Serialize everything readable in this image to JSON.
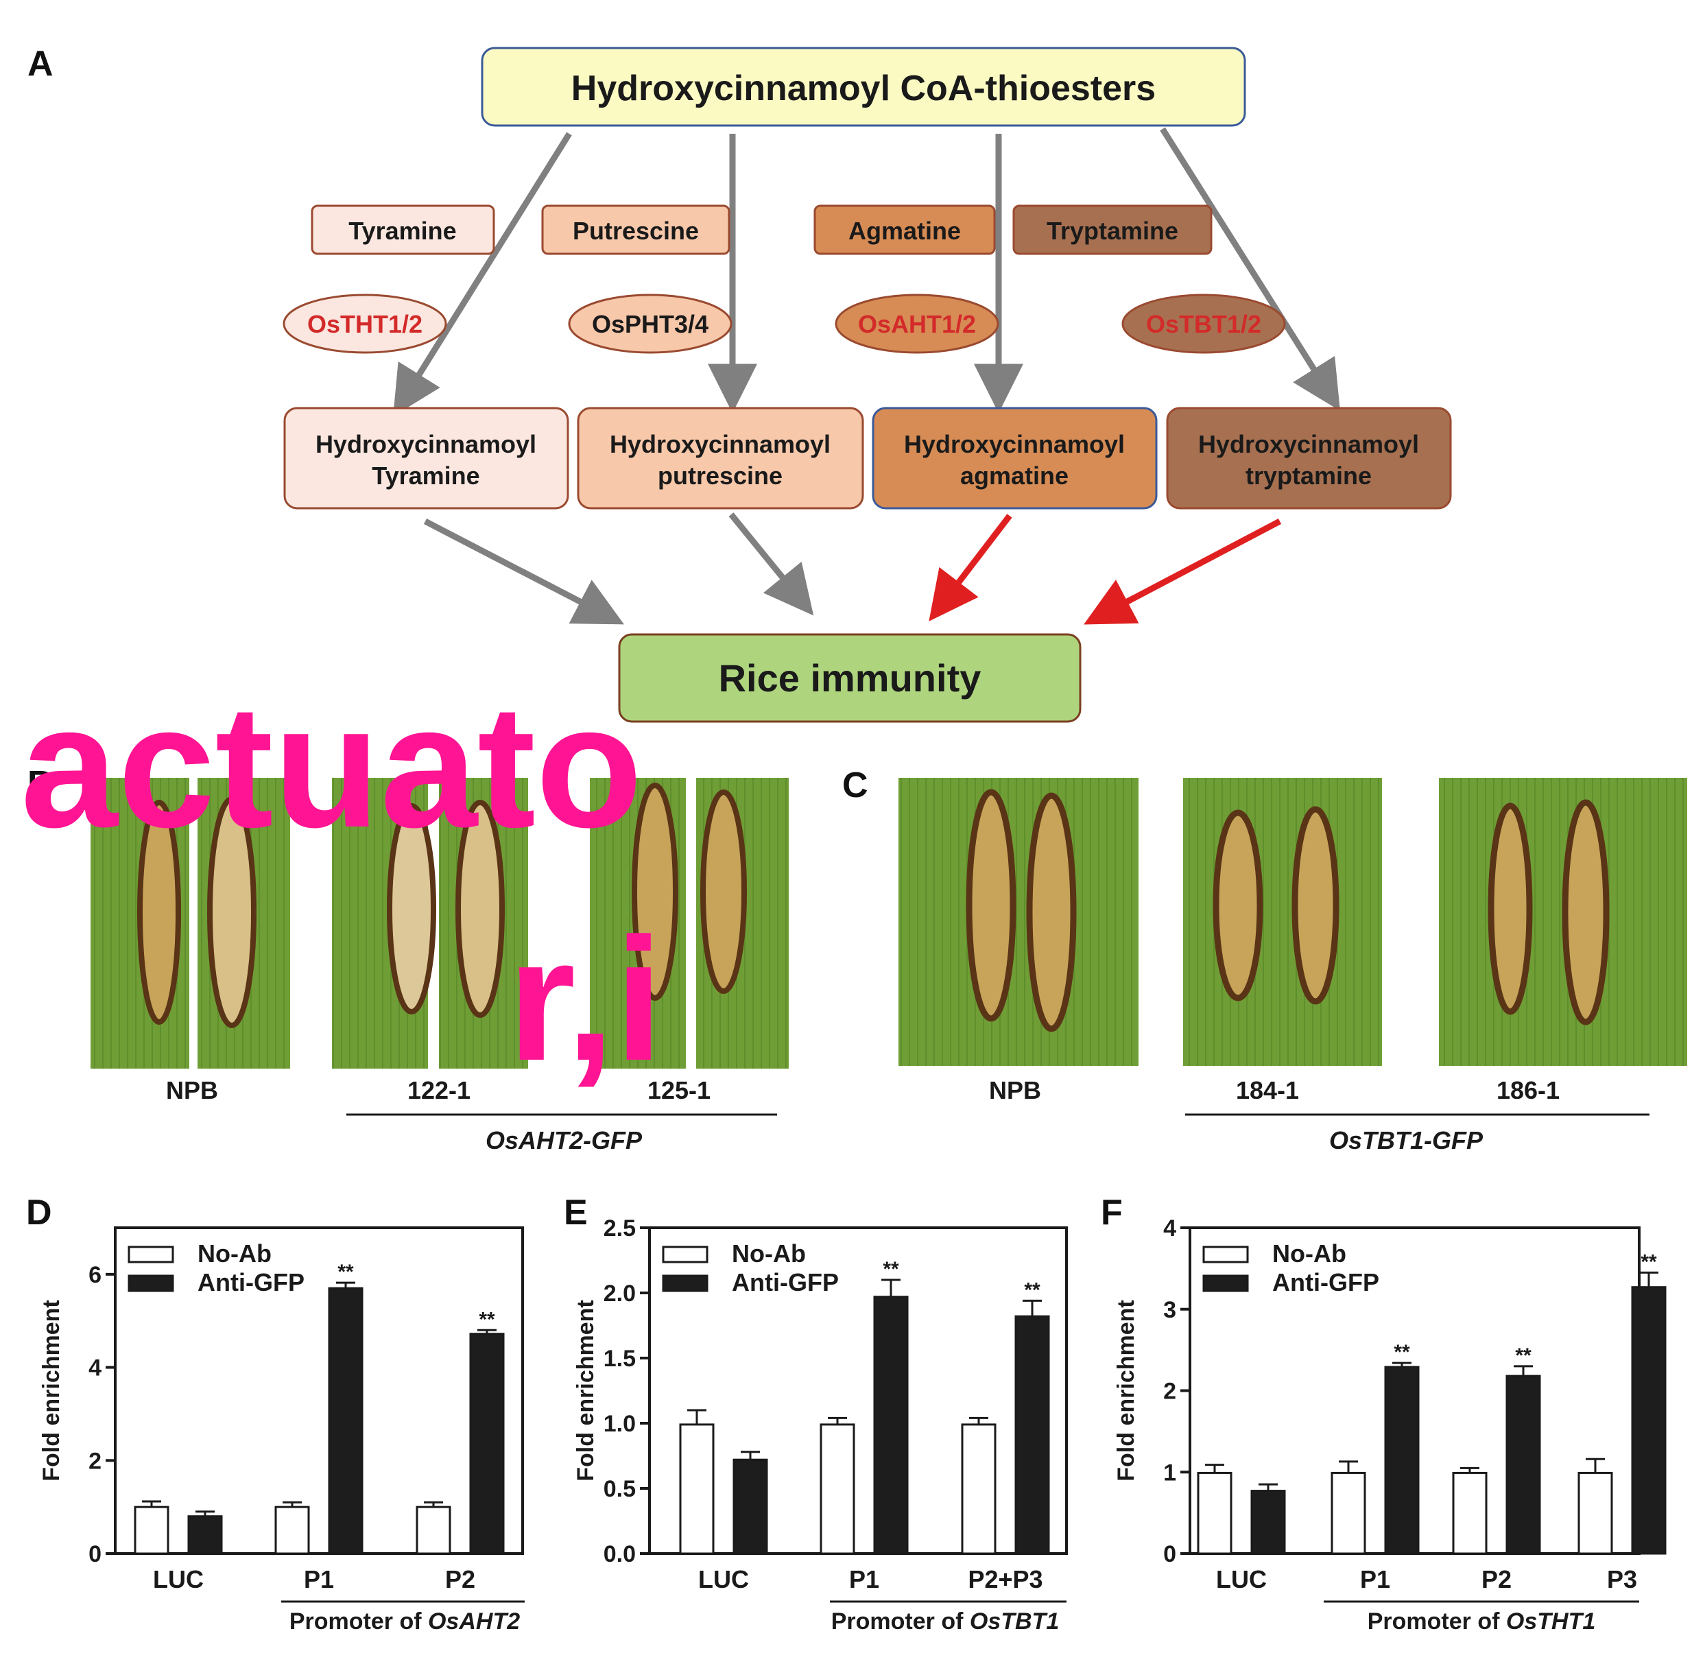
{
  "colors": {
    "tyramine": "#fbe7e0",
    "putrescine": "#f7c8aa",
    "agmatine": "#d78c55",
    "tryptamine": "#a77151",
    "source_box": "#fbfac3",
    "immunity_box": "#aed57e",
    "enzyme_red": "#d32a2a",
    "arrow_gray": "#808080",
    "arrow_red": "#e02020",
    "bar_black": "#1d1d1d",
    "leaf_green": "#6f9e36",
    "watermark": "#ff1493"
  },
  "panels": {
    "A": "A",
    "B": "B",
    "C": "C",
    "D": "D",
    "E": "E",
    "F": "F"
  },
  "pathway": {
    "source": "Hydroxycinnamoyl CoA-thioesters",
    "amines": [
      "Tyramine",
      "Putrescine",
      "Agmatine",
      "Tryptamine"
    ],
    "enzymes": [
      "OsTHT1/2",
      "OsPHT3/4",
      "OsAHT1/2",
      "OsTBT1/2"
    ],
    "products": [
      [
        "Hydroxycinnamoyl",
        "Tyramine"
      ],
      [
        "Hydroxycinnamoyl",
        "putrescine"
      ],
      [
        "Hydroxycinnamoyl",
        "agmatine"
      ],
      [
        "Hydroxycinnamoyl",
        "tryptamine"
      ]
    ],
    "target": "Rice immunity"
  },
  "leaves_b": {
    "labels": [
      "NPB",
      "122-1",
      "125-1"
    ],
    "group": "OsAHT2-GFP"
  },
  "leaves_c": {
    "labels": [
      "NPB",
      "184-1",
      "186-1"
    ],
    "group": "OsTBT1-GFP"
  },
  "watermark": {
    "line1": "actuato",
    "line2": "r,i"
  },
  "chart_data": [
    {
      "panel": "D",
      "type": "bar",
      "ylabel": "Fold enrichment",
      "ylim": [
        0,
        7
      ],
      "yticks": [
        "0",
        "2",
        "4",
        "6"
      ],
      "categories": [
        "LUC",
        "P1",
        "P2"
      ],
      "series": [
        {
          "name": "No-Ab",
          "values": [
            1.0,
            1.0,
            1.0
          ],
          "errors": [
            0.12,
            0.1,
            0.1
          ]
        },
        {
          "name": "Anti-GFP",
          "values": [
            0.8,
            5.7,
            4.72
          ],
          "errors": [
            0.1,
            0.12,
            0.08
          ]
        }
      ],
      "significance": [
        "",
        "**",
        "**"
      ],
      "group_label": {
        "prefix": "Promoter of ",
        "gene": "OsAHT2"
      }
    },
    {
      "panel": "E",
      "type": "bar",
      "ylabel": "Fold enrichment",
      "ylim": [
        0,
        2.5
      ],
      "yticks": [
        "0.0",
        "0.5",
        "1.0",
        "1.5",
        "2.0",
        "2.5"
      ],
      "categories": [
        "LUC",
        "P1",
        "P2+P3"
      ],
      "series": [
        {
          "name": "No-Ab",
          "values": [
            0.99,
            0.99,
            0.99
          ],
          "errors": [
            0.11,
            0.05,
            0.05
          ]
        },
        {
          "name": "Anti-GFP",
          "values": [
            0.72,
            1.97,
            1.82
          ],
          "errors": [
            0.06,
            0.13,
            0.12
          ]
        }
      ],
      "significance": [
        "",
        "**",
        "**"
      ],
      "group_label": {
        "prefix": "Promoter of ",
        "gene": "OsTBT1"
      }
    },
    {
      "panel": "F",
      "type": "bar",
      "ylabel": "Fold enrichment",
      "ylim": [
        0,
        4
      ],
      "yticks": [
        "0",
        "1",
        "2",
        "3",
        "4"
      ],
      "categories": [
        "LUC",
        "P1",
        "P2",
        "P3"
      ],
      "series": [
        {
          "name": "No-Ab",
          "values": [
            0.99,
            0.99,
            0.99,
            0.99
          ],
          "errors": [
            0.1,
            0.14,
            0.06,
            0.17
          ]
        },
        {
          "name": "Anti-GFP",
          "values": [
            0.77,
            2.29,
            2.18,
            3.27
          ],
          "errors": [
            0.08,
            0.05,
            0.12,
            0.18
          ]
        }
      ],
      "significance": [
        "",
        "**",
        "**",
        "**"
      ],
      "group_label": {
        "prefix": "Promoter of ",
        "gene": "OsTHT1"
      }
    }
  ]
}
